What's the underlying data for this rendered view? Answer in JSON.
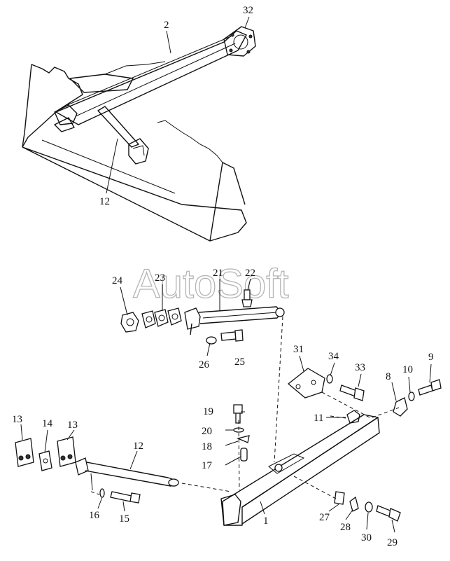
{
  "watermark": "AutoSoft",
  "callouts": [
    {
      "id": "c32",
      "text": "32"
    },
    {
      "id": "c2",
      "text": "2"
    },
    {
      "id": "c12a",
      "text": "12"
    },
    {
      "id": "c24",
      "text": "24"
    },
    {
      "id": "c23",
      "text": "23"
    },
    {
      "id": "c21",
      "text": "21"
    },
    {
      "id": "c22",
      "text": "22"
    },
    {
      "id": "c26",
      "text": "26"
    },
    {
      "id": "c25",
      "text": "25"
    },
    {
      "id": "c31",
      "text": "31"
    },
    {
      "id": "c34",
      "text": "34"
    },
    {
      "id": "c33",
      "text": "33"
    },
    {
      "id": "c8",
      "text": "8"
    },
    {
      "id": "c10",
      "text": "10"
    },
    {
      "id": "c9",
      "text": "9"
    },
    {
      "id": "c11",
      "text": "11"
    },
    {
      "id": "c19",
      "text": "19"
    },
    {
      "id": "c20",
      "text": "20"
    },
    {
      "id": "c18",
      "text": "18"
    },
    {
      "id": "c17",
      "text": "17"
    },
    {
      "id": "c13a",
      "text": "13"
    },
    {
      "id": "c14",
      "text": "14"
    },
    {
      "id": "c13b",
      "text": "13"
    },
    {
      "id": "c12b",
      "text": "12"
    },
    {
      "id": "c16",
      "text": "16"
    },
    {
      "id": "c15",
      "text": "15"
    },
    {
      "id": "c1",
      "text": "1"
    },
    {
      "id": "c27",
      "text": "27"
    },
    {
      "id": "c28",
      "text": "28"
    },
    {
      "id": "c30",
      "text": "30"
    },
    {
      "id": "c29",
      "text": "29"
    }
  ]
}
